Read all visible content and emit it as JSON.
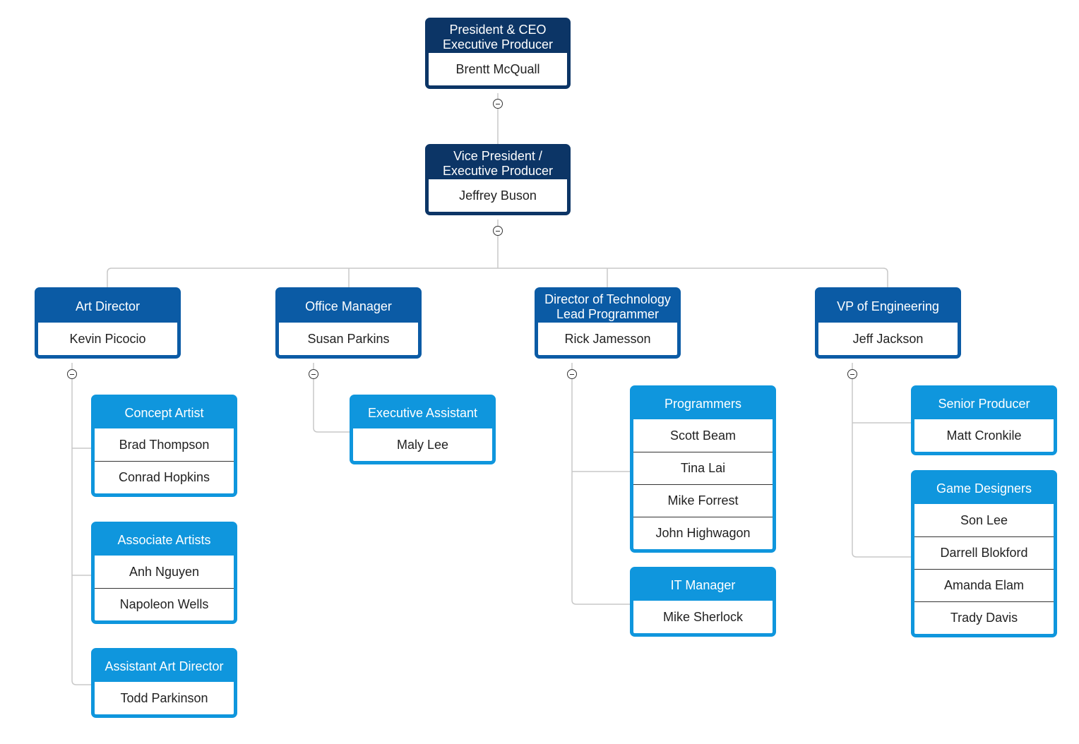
{
  "chart_data": {
    "type": "org-chart",
    "nodes": [
      {
        "id": "ceo",
        "title": "President & CEO\nExecutive Producer",
        "members": [
          "Brentt  McQuall"
        ],
        "parent": null
      },
      {
        "id": "vp",
        "title": "Vice President /\nExecutive Producer",
        "members": [
          "Jeffrey Buson"
        ],
        "parent": "ceo"
      },
      {
        "id": "art",
        "title": "Art Director",
        "members": [
          "Kevin Picocio"
        ],
        "parent": "vp"
      },
      {
        "id": "office",
        "title": "Office Manager",
        "members": [
          "Susan Parkins"
        ],
        "parent": "vp"
      },
      {
        "id": "tech",
        "title": "Director of Technology\nLead Programmer",
        "members": [
          "Rick Jamesson"
        ],
        "parent": "vp"
      },
      {
        "id": "eng",
        "title": "VP of Engineering",
        "members": [
          "Jeff Jackson"
        ],
        "parent": "vp"
      },
      {
        "id": "concept",
        "title": "Concept Artist",
        "members": [
          "Brad Thompson",
          "Conrad Hopkins"
        ],
        "parent": "art"
      },
      {
        "id": "assoc",
        "title": "Associate Artists",
        "members": [
          "Anh Nguyen",
          "Napoleon Wells"
        ],
        "parent": "art"
      },
      {
        "id": "aad",
        "title": "Assistant Art Director",
        "members": [
          "Todd Parkinson"
        ],
        "parent": "art"
      },
      {
        "id": "exec",
        "title": "Executive Assistant",
        "members": [
          "Maly Lee"
        ],
        "parent": "office"
      },
      {
        "id": "prog",
        "title": "Programmers",
        "members": [
          "Scott Beam",
          "Tina Lai",
          "Mike Forrest",
          "John Highwagon"
        ],
        "parent": "tech"
      },
      {
        "id": "it",
        "title": "IT Manager",
        "members": [
          "Mike Sherlock"
        ],
        "parent": "tech"
      },
      {
        "id": "senior",
        "title": "Senior Producer",
        "members": [
          "Matt Cronkile"
        ],
        "parent": "eng"
      },
      {
        "id": "designers",
        "title": "Game Designers",
        "members": [
          "Son Lee",
          "Darrell Blokford",
          "Amanda Elam",
          "Trady Davis"
        ],
        "parent": "eng"
      }
    ]
  },
  "colors": {
    "executive": "#0c3566",
    "department_head": "#0b5ba5",
    "team": "#0f96dd",
    "connector": "#c8c8c8"
  }
}
